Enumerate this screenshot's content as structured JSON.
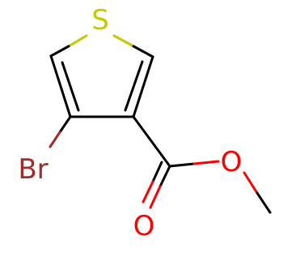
{
  "colors": {
    "bond": "#000000",
    "sulfur": "#c8c800",
    "bromine": "#a52a2a",
    "oxygen": "#ff0000",
    "background": "#ffffff"
  },
  "atoms": {
    "sulfur": {
      "label": "S"
    },
    "bromine": {
      "label": "Br"
    },
    "ester_oxygen": {
      "label": "O"
    },
    "carbonyl_oxygen": {
      "label": "O"
    }
  }
}
